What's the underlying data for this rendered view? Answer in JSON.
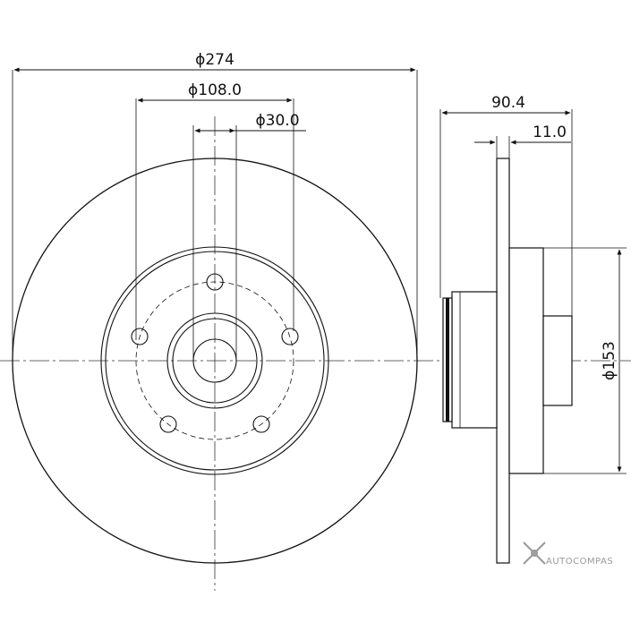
{
  "dimensions": {
    "outer_diameter": "ϕ274",
    "bolt_circle": "ϕ108.0",
    "center_bore": "ϕ30.0",
    "total_height": "90.4",
    "disc_thickness": "11.0",
    "hub_diameter": "ϕ153"
  },
  "watermark": {
    "brand": "AUTOCOMPAS"
  },
  "colors": {
    "line": "#111111",
    "watermark": "#9a9a9a"
  }
}
